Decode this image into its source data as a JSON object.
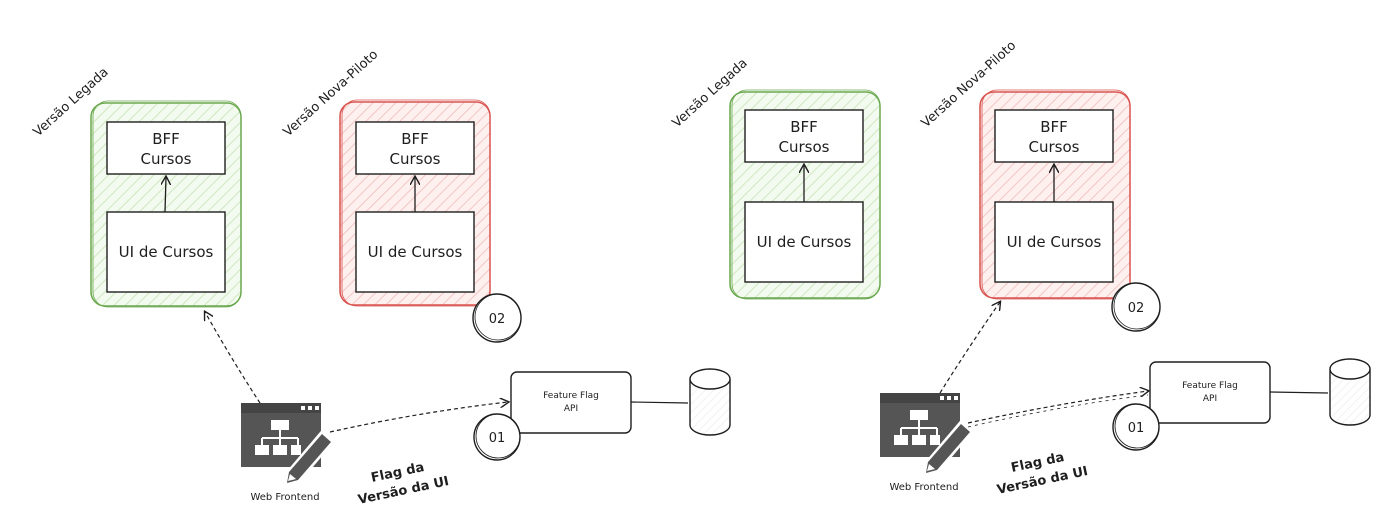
{
  "colors": {
    "legacy": "#6aa84f",
    "legacy_fill": "#e9f5e1",
    "pilot": "#d9534f",
    "pilot_fill": "#fbe3e2",
    "ink": "#1e1e1e",
    "icon": "#555555"
  },
  "diagrams": [
    {
      "legacy": {
        "label": "Versão Legada",
        "bff_line1": "BFF",
        "bff_line2": "Cursos",
        "ui": "UI de Cursos"
      },
      "pilot": {
        "label": "Versão Nova-Piloto",
        "bff_line1": "BFF",
        "bff_line2": "Cursos",
        "ui": "UI de Cursos",
        "badge": "02"
      },
      "frontend": {
        "icon": "sitemap-edit-icon",
        "label": "Web Frontend"
      },
      "flag_label_line1": "Flag da",
      "flag_label_line2": "Versão da UI",
      "feature_flag": {
        "line1": "Feature Flag",
        "line2": "API",
        "badge": "01"
      },
      "database": {
        "icon": "database-icon"
      }
    },
    {
      "legacy": {
        "label": "Versão Legada",
        "bff_line1": "BFF",
        "bff_line2": "Cursos",
        "ui": "UI de Cursos"
      },
      "pilot": {
        "label": "Versão Nova-Piloto",
        "bff_line1": "BFF",
        "bff_line2": "Cursos",
        "ui": "UI de Cursos",
        "badge": "02"
      },
      "frontend": {
        "icon": "sitemap-edit-icon",
        "label": "Web Frontend"
      },
      "flag_label_line1": "Flag da",
      "flag_label_line2": "Versão da UI",
      "feature_flag": {
        "line1": "Feature Flag",
        "line2": "API",
        "badge": "01"
      },
      "database": {
        "icon": "database-icon"
      }
    }
  ]
}
